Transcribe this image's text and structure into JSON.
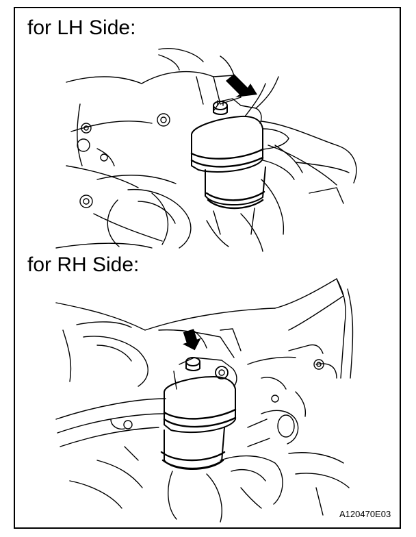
{
  "labels": {
    "lh_side": "for LH Side:",
    "rh_side": "for RH Side:"
  },
  "figure_code": "A120470E03",
  "colors": {
    "line": "#000000",
    "background": "#ffffff"
  },
  "icons": {
    "pointer": "arrow-icon"
  }
}
